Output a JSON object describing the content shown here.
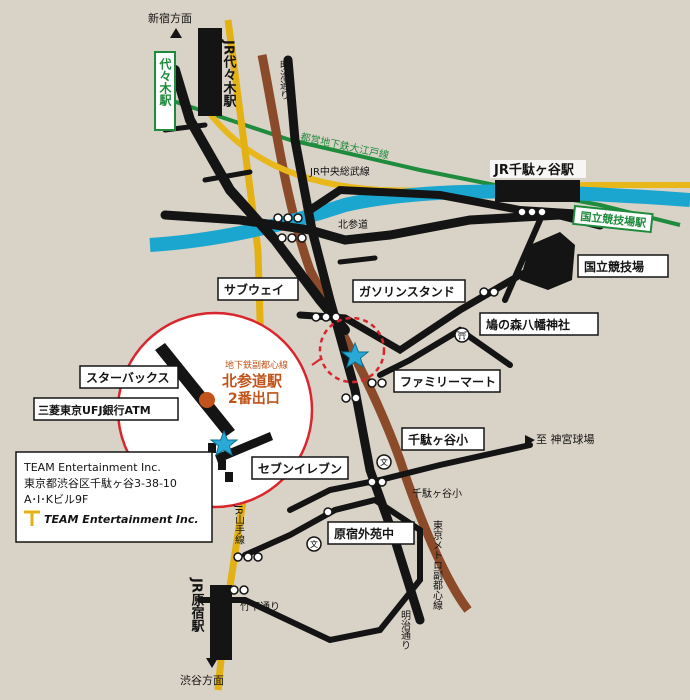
{
  "colors": {
    "background": "#d9d2c7",
    "jr_yamanote": "#e3b113",
    "jr_chuo": "#e8b81a",
    "oedo_line": "#1f8b3c",
    "sobu_blue": "#1aa6cf",
    "fukutoshin_brown": "#8b4a2a",
    "road": "#141414",
    "star": "#2aa9d6",
    "marker": "#c0541b",
    "dashed": "#d9262e"
  },
  "directions": {
    "shinjuku": "新宿方面",
    "shibuya": "渋谷方面",
    "jingu_kyujo": "至 神宮球場"
  },
  "stations": {
    "yoyogi_jr": "JR代々木駅",
    "yoyogi_oedo": "代々木駅",
    "sendagaya_jr": "JR千駄ヶ谷駅",
    "kokuritsu": "国立競技場駅",
    "harajuku_jr": "JR原宿駅"
  },
  "lines": {
    "oedo": "都営地下鉄大江戸線",
    "chuo_sobu": "JR中央総武線",
    "yamanote": "JR山手線",
    "fukutoshin": "東京メトロ副都心線"
  },
  "roads": {
    "meiji_north": "明治通り",
    "meiji_south": "明治通り",
    "kitasando": "北参道",
    "takeshita": "竹下通り",
    "sendagaya_sho": "千駄ヶ谷小"
  },
  "landmarks": {
    "subway": "サブウェイ",
    "gas": "ガソリンスタンド",
    "stadium": "国立競技場",
    "shrine": "鳩の森八幡神社",
    "familymart": "ファミリーマート",
    "sendagaya_school": "千駄ヶ谷小",
    "harajuku_school": "原宿外苑中",
    "seven": "セブンイレブン",
    "starbucks": "スターバックス",
    "atm": "三菱東京UFJ銀行ATM"
  },
  "inset": {
    "line": "地下鉄副都心線",
    "station": "北参道駅",
    "exit": "2番出口"
  },
  "company": {
    "name": "TEAM Entertainment Inc.",
    "address": "東京都渋谷区千駄ヶ谷3-38-10",
    "building": "A･I･Kビル9F",
    "logo_text": "TEAM Entertainment Inc."
  }
}
